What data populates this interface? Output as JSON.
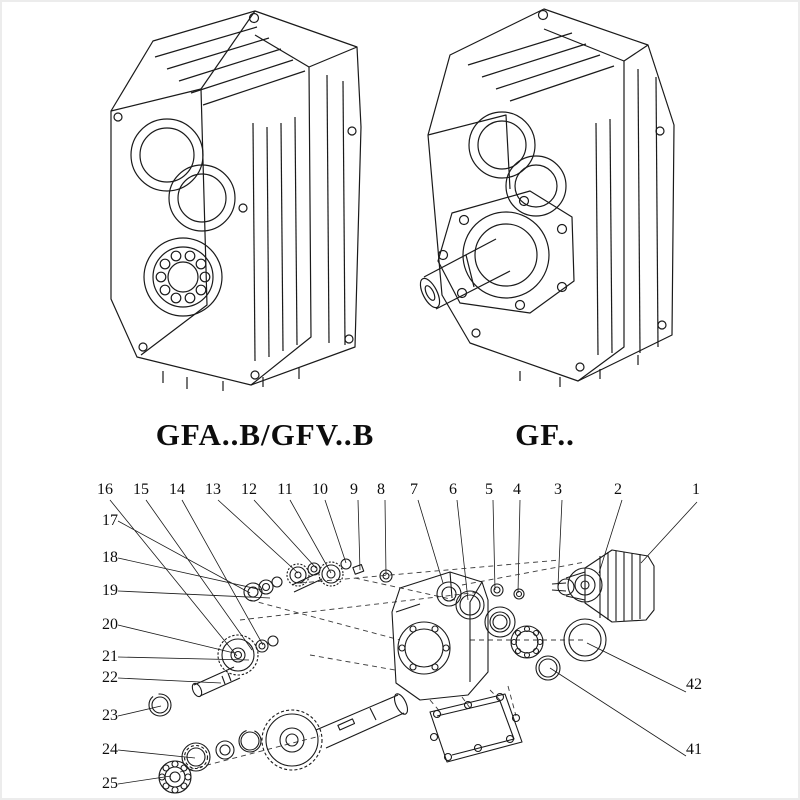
{
  "page": {
    "background": "#ffffff",
    "ink": "#1a1a1a",
    "border_color": "#ececec"
  },
  "drawings": {
    "left": {
      "caption": "GFA..B/GFV..B"
    },
    "right": {
      "caption": "GF.."
    }
  },
  "exploded_view": {
    "top_row": [
      "16",
      "15",
      "14",
      "13",
      "12",
      "11",
      "10",
      "9",
      "8",
      "7",
      "6",
      "5",
      "4",
      "3",
      "2",
      "1"
    ],
    "left_column": [
      "17",
      "18",
      "19",
      "20",
      "21",
      "22",
      "23",
      "24",
      "25"
    ],
    "right_column": [
      "42",
      "41"
    ]
  }
}
